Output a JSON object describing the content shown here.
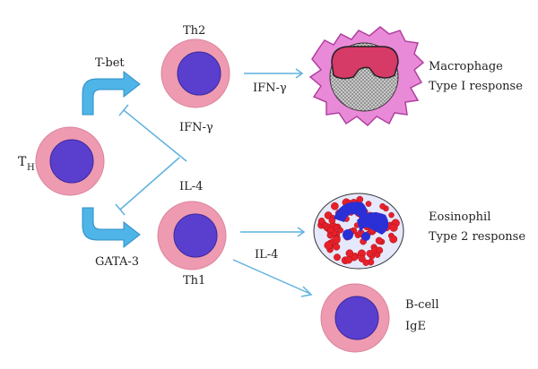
{
  "labels": {
    "th_main": "T",
    "th_main_sub": "H",
    "th2": "Th2",
    "th1": "Th1",
    "tbet": "T-bet",
    "gata3": "GATA-3",
    "ifn_center": "IFN-γ",
    "ifn_right": "IFN-γ",
    "il4_center": "IL-4",
    "il4_right": "IL-4",
    "macrophage": "Macrophage",
    "type1": "Type I response",
    "eosinophil": "Eosinophil",
    "type2": "Type 2 response",
    "bcell": "B-cell",
    "ige": "IgE"
  },
  "colors": {
    "cell_outer": "#ee9ab0",
    "cell_nucleus": "#5a3fcf",
    "arrow_fill": "#4fb4e8",
    "line": "#5fb2de",
    "macrophage_body": "#e98ad8",
    "macrophage_nucleus": "#d63a66",
    "eosinophil_granule": "#e8202a",
    "eosinophil_nucleus": "#2b2fd6",
    "eosinophil_body": "#e6e8fb"
  }
}
